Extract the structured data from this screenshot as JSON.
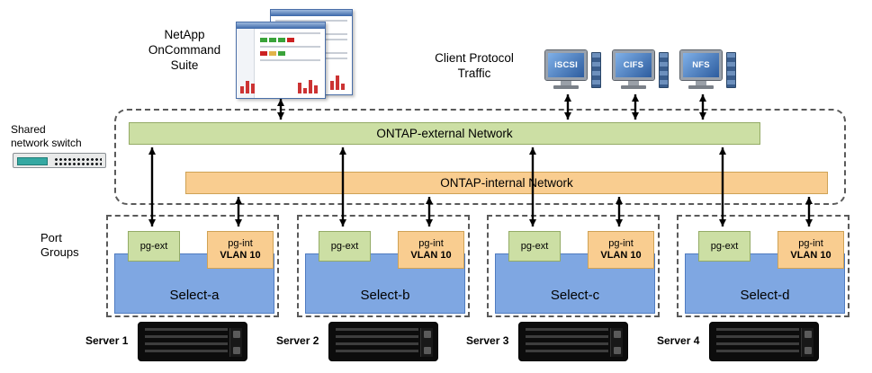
{
  "diagram": {
    "oncommand_label": [
      "NetApp",
      "OnCommand",
      "Suite"
    ],
    "client_traffic_label": [
      "Client Protocol",
      "Traffic"
    ],
    "shared_switch_label": [
      "Shared",
      "network switch"
    ],
    "port_groups_label": [
      "Port",
      "Groups"
    ],
    "networks": {
      "external": "ONTAP-external Network",
      "internal": "ONTAP-internal Network"
    },
    "clients": [
      "iSCSI",
      "CIFS",
      "NFS"
    ],
    "nodes": [
      {
        "name": "Select-a",
        "pg_ext": "pg-ext",
        "pg_int": "pg-int",
        "vlan": "VLAN 10",
        "server": "Server 1"
      },
      {
        "name": "Select-b",
        "pg_ext": "pg-ext",
        "pg_int": "pg-int",
        "vlan": "VLAN 10",
        "server": "Server 2"
      },
      {
        "name": "Select-c",
        "pg_ext": "pg-ext",
        "pg_int": "pg-int",
        "vlan": "VLAN 10",
        "server": "Server 3"
      },
      {
        "name": "Select-d",
        "pg_ext": "pg-ext",
        "pg_int": "pg-int",
        "vlan": "VLAN 10",
        "server": "Server 4"
      }
    ],
    "colors": {
      "external_network": "#ccdfa4",
      "internal_network": "#f9cd90",
      "select_node": "#7fa7e2",
      "arrow": "#000000"
    }
  }
}
